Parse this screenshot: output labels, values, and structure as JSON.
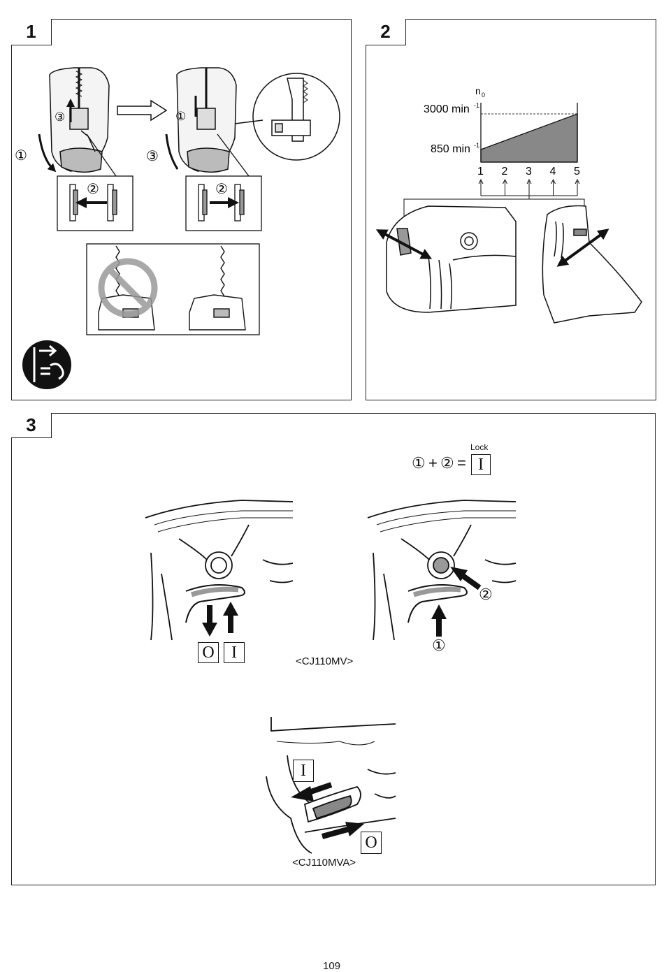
{
  "panels": {
    "p1": {
      "number": "1"
    },
    "p2": {
      "number": "2"
    },
    "p3": {
      "number": "3"
    }
  },
  "panel1": {
    "step_labels": [
      "①",
      "②",
      "③"
    ],
    "icons": [
      "jigsaw-blade-clamp-illustration",
      "prohibited-icon",
      "unplug-icon"
    ]
  },
  "panel2": {
    "n0_label": "n",
    "n0_sub": "0",
    "speed_max": "3000 min",
    "speed_min": "850 min",
    "speed_unit_sup": "-1",
    "dial_positions": [
      "1",
      "2",
      "3",
      "4",
      "5"
    ]
  },
  "panel3": {
    "lock_label": "Lock",
    "formula": {
      "a": "①",
      "plus": "+",
      "b": "②",
      "eq": "=",
      "symbol": "I"
    },
    "switch_off_symbol": "O",
    "switch_on_symbol": "I",
    "model_mv": "<CJ110MV>",
    "model_mva": "<CJ110MVA>",
    "callout_1": "①",
    "callout_2": "②"
  },
  "page_number": "109"
}
